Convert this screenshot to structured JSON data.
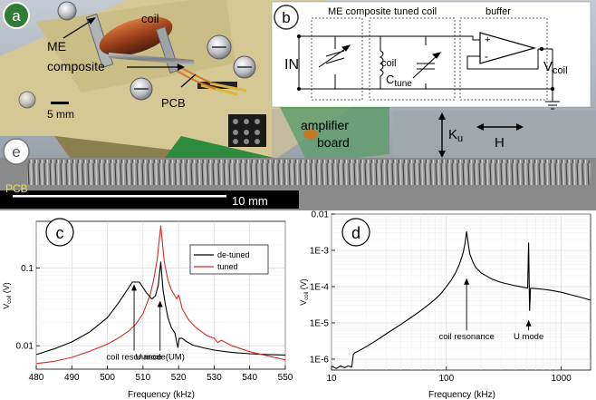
{
  "panel_a": {
    "label": "a",
    "callouts": {
      "coil": "coil",
      "me_line1": "ME",
      "me_line2": "composite",
      "pcb": "PCB",
      "scale": "5 mm"
    }
  },
  "panel_b": {
    "label": "b",
    "block_me": "ME composite",
    "block_coil": "tuned coil",
    "block_buffer": "buffer",
    "input": "IN",
    "coil": "coil",
    "ctune_main": "C",
    "ctune_sub": "tune",
    "vout_main": "V",
    "vout_sub": "coil",
    "plus": "+",
    "minus": "-"
  },
  "overlay": {
    "amplifier_line1": "amplifier",
    "amplifier_line2": "board",
    "ku_main": "K",
    "ku_sub": "u",
    "h": "H"
  },
  "panel_e": {
    "label": "e",
    "pcb": "PCB",
    "scale": "10 mm"
  },
  "colors": {
    "detuned": "#000000",
    "tuned": "#d42a2a",
    "circle": "#2e7d32",
    "pcb_text": "#e8e05a"
  },
  "chart_data": [
    {
      "panel": "c",
      "type": "line",
      "xlabel": "Frequency (kHz)",
      "ylabel_main": "V",
      "ylabel_sub": "coil",
      "ylabel_unit": " (V)",
      "xlim": [
        480,
        550
      ],
      "ylim": [
        0.005,
        0.4
      ],
      "yscale": "log",
      "grid": true,
      "xticks": [
        480,
        490,
        500,
        510,
        520,
        530,
        540,
        550
      ],
      "yticks": [
        {
          "v": 0.01,
          "t": "0.01"
        },
        {
          "v": 0.1,
          "t": "0.1"
        }
      ],
      "legend": "top-right",
      "series": [
        {
          "name": "de-tuned",
          "color": "#000000",
          "x": [
            480,
            485,
            490,
            495,
            500,
            503,
            505,
            507,
            509,
            511,
            512.5,
            513.5,
            514.3,
            515,
            515.6,
            516.3,
            517,
            518,
            519,
            519.5,
            519.8,
            520.2,
            521,
            522,
            524,
            527,
            530,
            535,
            540,
            545,
            550
          ],
          "y": [
            0.0077,
            0.0091,
            0.0112,
            0.015,
            0.023,
            0.035,
            0.048,
            0.066,
            0.066,
            0.048,
            0.04,
            0.044,
            0.06,
            0.12,
            0.053,
            0.034,
            0.023,
            0.017,
            0.0145,
            0.011,
            0.0095,
            0.0125,
            0.0125,
            0.0115,
            0.0102,
            0.0094,
            0.0088,
            0.0082,
            0.0079,
            0.0077,
            0.0076
          ]
        },
        {
          "name": "tuned",
          "color": "#d42a2a",
          "x": [
            480,
            485,
            490,
            495,
            500,
            503,
            506,
            508,
            510,
            512,
            513,
            514,
            514.7,
            515,
            515.3,
            516,
            517,
            518,
            519.5,
            520,
            520.5,
            521,
            523,
            525,
            528,
            530,
            531,
            532,
            535,
            540,
            545,
            550
          ],
          "y": [
            0.0059,
            0.0063,
            0.0071,
            0.0085,
            0.0105,
            0.0125,
            0.0155,
            0.019,
            0.026,
            0.045,
            0.07,
            0.13,
            0.26,
            0.35,
            0.25,
            0.12,
            0.07,
            0.052,
            0.04,
            0.045,
            0.038,
            0.03,
            0.021,
            0.017,
            0.0135,
            0.0125,
            0.011,
            0.0118,
            0.01,
            0.0084,
            0.0074,
            0.0066
          ]
        }
      ],
      "annotations": [
        {
          "text": "coil resonance",
          "x": 507.5,
          "y_text": 0.0066,
          "y_from": 0.0066,
          "y_to": 0.062
        },
        {
          "text": "U mode(UM)",
          "x": 514.8,
          "y_text": 0.0066,
          "y_from": 0.0066,
          "y_to": 0.038
        }
      ]
    },
    {
      "panel": "d",
      "type": "line",
      "xlabel": "Frequency (kHz)",
      "ylabel_main": "V",
      "ylabel_sub": "coil",
      "ylabel_unit": " (V)",
      "xlim": [
        10,
        1800
      ],
      "ylim": [
        5e-07,
        0.01
      ],
      "xscale": "log",
      "yscale": "log",
      "grid": true,
      "xticks": [
        {
          "v": 10,
          "t": "10"
        },
        {
          "v": 100,
          "t": "100"
        },
        {
          "v": 1000,
          "t": "1000"
        }
      ],
      "yticks": [
        {
          "v": 1e-06,
          "t": "1E-6"
        },
        {
          "v": 1e-05,
          "t": "1E-5"
        },
        {
          "v": 0.0001,
          "t": "1E-4"
        },
        {
          "v": 0.001,
          "t": "1E-3"
        },
        {
          "v": 0.01,
          "t": "0.01"
        }
      ],
      "series": [
        {
          "name": "",
          "color": "#000000",
          "x": [
            10,
            11,
            12,
            13,
            14,
            15,
            15.5,
            16,
            17,
            20,
            25,
            30,
            40,
            50,
            60,
            70,
            80,
            90,
            100,
            110,
            120,
            130,
            140,
            145,
            150,
            155,
            160,
            170,
            180,
            200,
            250,
            300,
            400,
            480,
            500,
            510,
            520,
            530,
            540,
            560,
            600,
            700,
            800,
            1000,
            1200,
            1500,
            1800
          ],
          "y": [
            6.5e-07,
            5.5e-07,
            6.5e-07,
            5.8e-07,
            6.5e-07,
            6e-07,
            1.35e-06,
            1.5e-06,
            1.65e-06,
            2.2e-06,
            3.4e-06,
            5e-06,
            9e-06,
            1.45e-05,
            2.2e-05,
            3.2e-05,
            4.5e-05,
            6.5e-05,
            0.0001,
            0.00015,
            0.00024,
            0.00042,
            0.00085,
            0.0015,
            0.0033,
            0.0015,
            0.0008,
            0.00048,
            0.00034,
            0.00024,
            0.00016,
            0.00013,
            0.000105,
            9.5e-05,
            9.2e-05,
            9e-05,
            0.0016,
            2.2e-05,
            9e-05,
            9e-05,
            8.8e-05,
            8.4e-05,
            8e-05,
            7e-05,
            6e-05,
            5e-05,
            4.2e-05
          ]
        }
      ],
      "annotations": [
        {
          "text": "coil resonance",
          "x": 150,
          "y_text": 3.5e-06,
          "y_from": 3.5e-06,
          "y_to": 0.00017
        },
        {
          "text": "U mode",
          "x": 520,
          "y_text": 3.5e-06,
          "y_from": 3.5e-06,
          "y_to": 1.2e-05
        }
      ]
    }
  ]
}
